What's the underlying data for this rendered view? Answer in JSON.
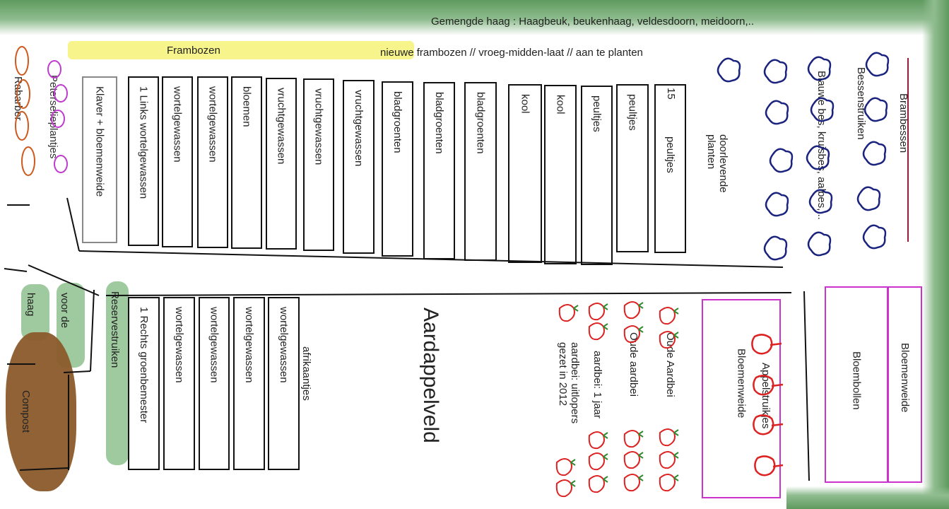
{
  "hedge_label": "Gemengde haag : Haagbeuk, beukenhaag, veldesdoorn, meidoorn,..",
  "raspberries": {
    "label": "Frambozen",
    "note": "nieuwe frambozen // vroeg-midden-laat // aan te planten"
  },
  "left_labels": {
    "rhubarb": "Rabarber",
    "parsley": "Peterselieplantjes",
    "hedge": "haag",
    "for_the": "voor de",
    "compost": "Compost"
  },
  "top_beds": {
    "clover": "Klaver + bloemenweide",
    "beds": [
      "1 Links  wortelgewassen",
      "wortelgewassen",
      "wortelgewassen",
      "bloemen",
      "vruchtgewassen",
      "vruchtgewassen",
      "vruchtgewassen",
      "bladgroenten",
      "bladgroenten",
      "bladgroenten",
      "kool",
      "kool",
      "peultjes",
      "peultjes",
      "peultjes"
    ],
    "last_bed_number": "15"
  },
  "perennials": "doorlevende planten",
  "berries": {
    "title": "Bessenstruiken",
    "subtitle": "Blauwe bes, kruisbes, aalbes,...",
    "blackberries": "Brambessen"
  },
  "bottom": {
    "reserve": "Reservestruiken",
    "beds": [
      "1 Rechts   groenbemester",
      "wortelgewassen",
      "wortelgewassen",
      "wortelgewassen",
      "wortelgewassen"
    ],
    "marigold": "afrikaantjes",
    "potato_field": "Aardappelveld",
    "strawberries": [
      "Oude Aardbei",
      "Oude aardbei",
      "aardbei: 1 jaar",
      "aardbei: uitlopers gezet in 2012"
    ],
    "apple_trees": "Appelstruikjes",
    "flower_meadow_1": "Bloemenweide",
    "flower_bulbs": "Bloembollen",
    "flower_meadow_2": "Bloemenweide"
  },
  "colors": {
    "hedge": "#6fa86f",
    "raspberry": "#f6f48a",
    "berry": "#1a237e",
    "strawberry": "#dd2222",
    "pink": "#cc33cc",
    "compost": "#8b5a2b"
  }
}
